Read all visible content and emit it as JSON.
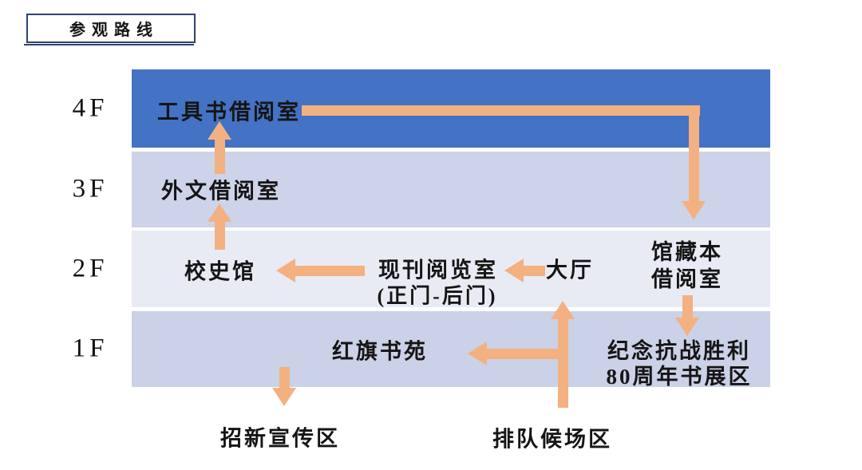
{
  "title": "参观路线",
  "floors": {
    "f4": {
      "label": "4F"
    },
    "f3": {
      "label": "3F"
    },
    "f2": {
      "label": "2F"
    },
    "f1": {
      "label": "1F"
    }
  },
  "rooms": {
    "reference_room": "工具书借阅室",
    "foreign_room": "外文借阅室",
    "history_hall": "校史馆",
    "periodicals_room": "现刊阅览室",
    "periodicals_note": "(正门-后门)",
    "lobby": "大厅",
    "collection_room_line1": "馆藏本",
    "collection_room_line2": "借阅室",
    "redflag_garden": "红旗书苑",
    "exhibition_line1": "纪念抗战胜利",
    "exhibition_line2": "80周年书展区",
    "recruit_area": "招新宣传区",
    "queue_area": "排队候场区"
  },
  "route": [
    "排队候场区 → 大厅",
    "排队候场区 → 红旗书苑",
    "大厅 → 现刊阅览室(正门-后门)",
    "现刊阅览室 → 校史馆",
    "校史馆 → 外文借阅室",
    "外文借阅室 → 工具书借阅室",
    "工具书借阅室 → 馆藏本借阅室",
    "馆藏本借阅室 → 纪念抗战胜利80周年书展区",
    "红旗书苑 → 招新宣传区"
  ],
  "colors": {
    "floor4_band": "#4472C4",
    "floor3_band": "#CDD3E8",
    "floor2_band": "#E8EBF4",
    "floor1_band": "#CBD1E6",
    "arrow": "#F3B181",
    "title_border": "#2E4370",
    "text": "#151515"
  }
}
